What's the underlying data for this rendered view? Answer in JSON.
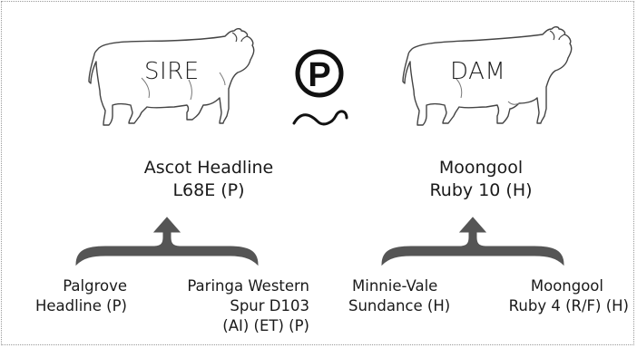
{
  "sire": {
    "role": "SIRE",
    "name_line1": "Ascot Headline",
    "name_line2": "L68E (P)",
    "parents": {
      "left_line1": "Palgrove",
      "left_line2": "Headline (P)",
      "right_line1": "Paringa Western",
      "right_line2": "Spur D103",
      "right_line3": "(AI) (ET) (P)"
    }
  },
  "dam": {
    "role": "DAM",
    "name_line1": "Moongool",
    "name_line2": "Ruby 10 (H)",
    "parents": {
      "left_line1": "Minnie-Vale",
      "left_line2": "Sundance (H)",
      "right_line1": "Moongool",
      "right_line2": "Ruby 4 (R/F) (H)"
    }
  },
  "poll_symbol": {
    "letter": "P",
    "icon": "polled-symbol-icon"
  },
  "colors": {
    "arrow": "#555555",
    "ink": "#1a1a1a",
    "outline": "#444444",
    "border": "#9a9a9a"
  }
}
